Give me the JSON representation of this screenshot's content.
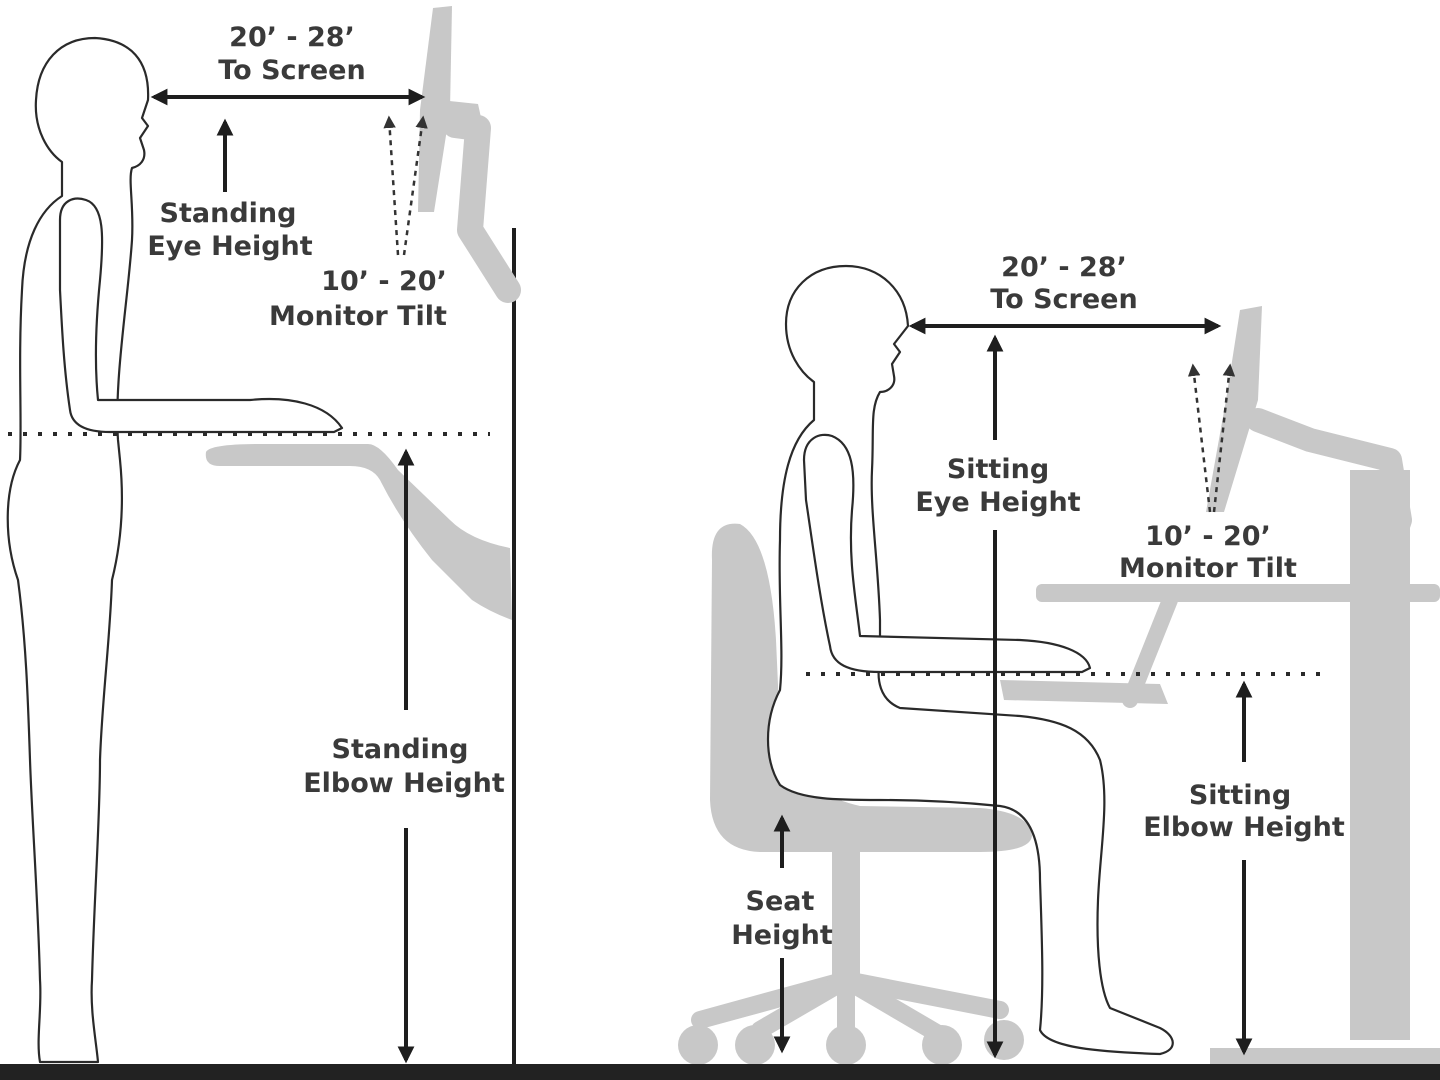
{
  "standing": {
    "distance_line1": "20’ - 28’",
    "distance_line2": "To Screen",
    "eye_line1": "Standing",
    "eye_line2": "Eye Height",
    "tilt_line1": "10’ - 20’",
    "tilt_line2": "Monitor Tilt",
    "elbow_line1": "Standing",
    "elbow_line2": "Elbow Height"
  },
  "sitting": {
    "distance_line1": "20’ - 28’",
    "distance_line2": "To Screen",
    "eye_line1": "Sitting",
    "eye_line2": "Eye Height",
    "tilt_line1": "10’ - 20’",
    "tilt_line2": "Monitor Tilt",
    "elbow_line1": "Sitting",
    "elbow_line2": "Elbow Height",
    "seat_line1": "Seat",
    "seat_line2": "Height"
  },
  "colors": {
    "outline": "#2a2a2a",
    "furniture": "#c8c8c8",
    "floor": "#222222",
    "label": "#3a3a3a"
  }
}
